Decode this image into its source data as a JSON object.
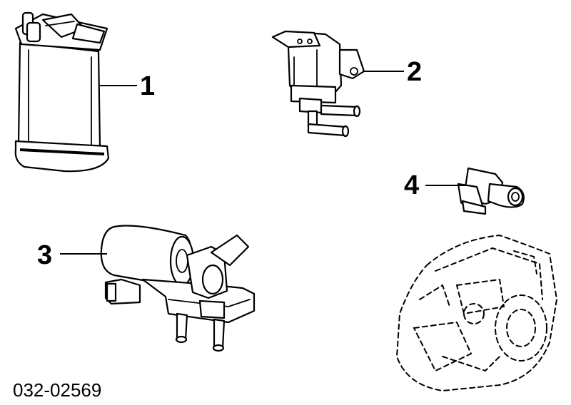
{
  "callouts": {
    "part1": "1",
    "part2": "2",
    "part3": "3",
    "part4": "4"
  },
  "reference_number": "032-02569"
}
